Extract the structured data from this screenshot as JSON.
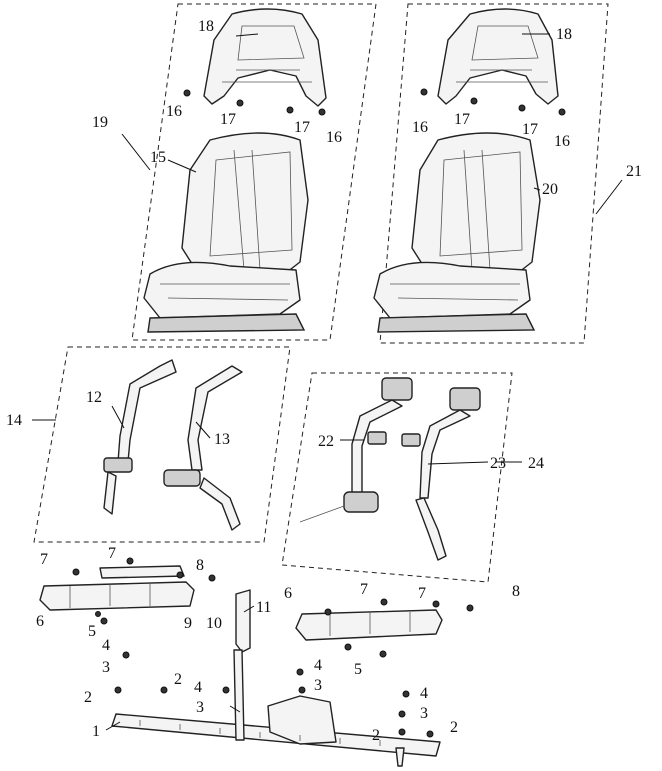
{
  "callouts": {
    "c1": "1",
    "c2a": "2",
    "c2b": "2",
    "c2c": "2",
    "c2d": "2",
    "c3a": "3",
    "c3b": "3",
    "c3c": "3",
    "c3d": "3",
    "c4a": "4",
    "c4b": "4",
    "c4c": "4",
    "c4d": "4",
    "c5a": "5",
    "c5b": "5",
    "c6a": "6",
    "c6b": "6",
    "c7a": "7",
    "c7b": "7",
    "c7c": "7",
    "c7d": "7",
    "c8a": "8",
    "c8b": "8",
    "c9": "9",
    "c10": "10",
    "c11": "11",
    "c12": "12",
    "c13": "13",
    "c14": "14",
    "c15": "15",
    "c16a": "16",
    "c16b": "16",
    "c16c": "16",
    "c16d": "16",
    "c17a": "17",
    "c17b": "17",
    "c17c": "17",
    "c17d": "17",
    "c18a": "18",
    "c18b": "18",
    "c19": "19",
    "c20": "20",
    "c21": "21",
    "c22": "22",
    "c23": "23",
    "c24": "24"
  },
  "icons": {
    "seat": "seat-assembly",
    "belt": "seat-belt",
    "frame": "seat-frame",
    "bolt": "bolt"
  }
}
